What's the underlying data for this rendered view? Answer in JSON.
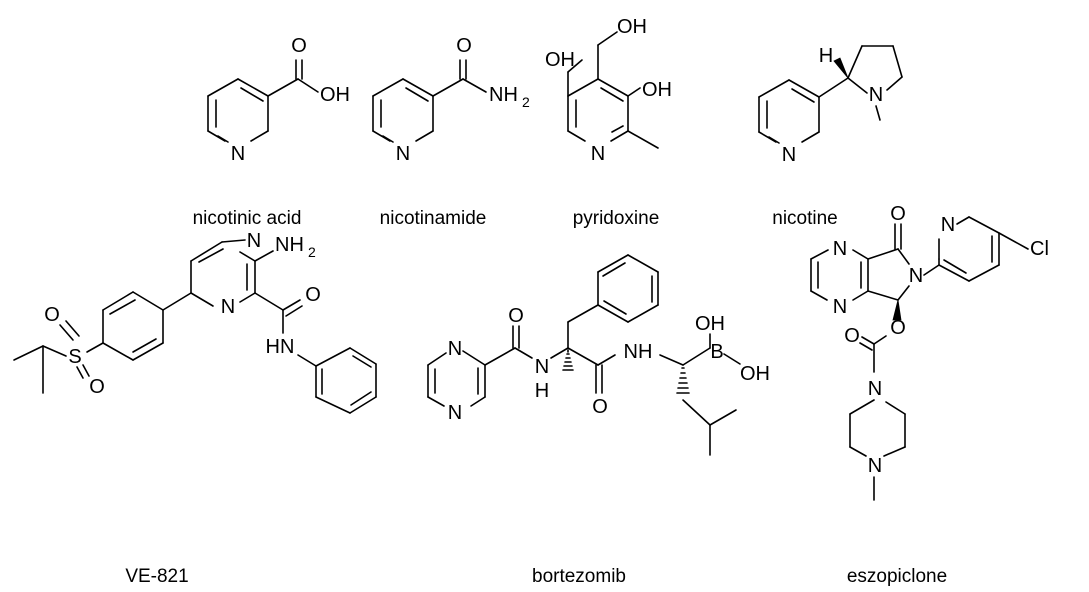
{
  "compounds": [
    {
      "name": "nicotinic acid",
      "atoms": [
        "O",
        "OH",
        "N"
      ]
    },
    {
      "name": "nicotinamide",
      "atoms": [
        "O",
        "NH",
        "2",
        "N"
      ]
    },
    {
      "name": "pyridoxine",
      "atoms": [
        "OH",
        "OH",
        "OH",
        "N"
      ]
    },
    {
      "name": "nicotine",
      "atoms": [
        "H",
        "N",
        "N"
      ]
    },
    {
      "name": "VE-821",
      "atoms": [
        "N",
        "NH",
        "2",
        "N",
        "O",
        "HN",
        "S",
        "O",
        "O"
      ]
    },
    {
      "name": "bortezomib",
      "atoms": [
        "N",
        "N",
        "O",
        "N",
        "H",
        "O",
        "NH",
        "B",
        "OH",
        "OH"
      ]
    },
    {
      "name": "eszopiclone",
      "atoms": [
        "O",
        "N",
        "N",
        "N",
        "N",
        "Cl",
        "O",
        "O",
        "N",
        "N"
      ]
    }
  ]
}
